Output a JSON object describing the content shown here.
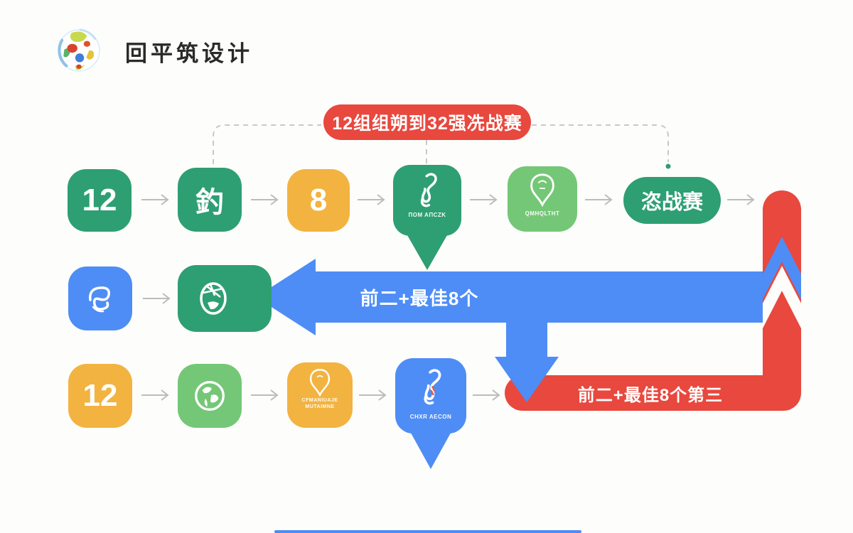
{
  "header": {
    "title": "回平筑设计",
    "logo": "football-globe-logo"
  },
  "banner": {
    "text": "12组组朔到32强冼战赛"
  },
  "row1": {
    "box1": "12",
    "box2": "釣",
    "box3": "8",
    "pin_caption": "ΠΟΜ ΑΠCΖΚ",
    "badge_caption": "QMHQLTHT",
    "pill": "恣战赛"
  },
  "row3": {
    "box1": "12",
    "badge_caption1": "CFMANIUAJE",
    "badge_caption2": "MUTAIMNE",
    "pin_caption": "CHXR AECON"
  },
  "paths": {
    "blue_label": "前二+最佳8个",
    "red_label": "前二+最佳8个第三"
  },
  "colors": {
    "green": "#2e9f73",
    "light_green": "#74c776",
    "yellow": "#f2b340",
    "blue": "#4e8df5",
    "red": "#e8483e",
    "arrow_gray": "#bcbcbc",
    "title_text": "#2a2a2a"
  }
}
